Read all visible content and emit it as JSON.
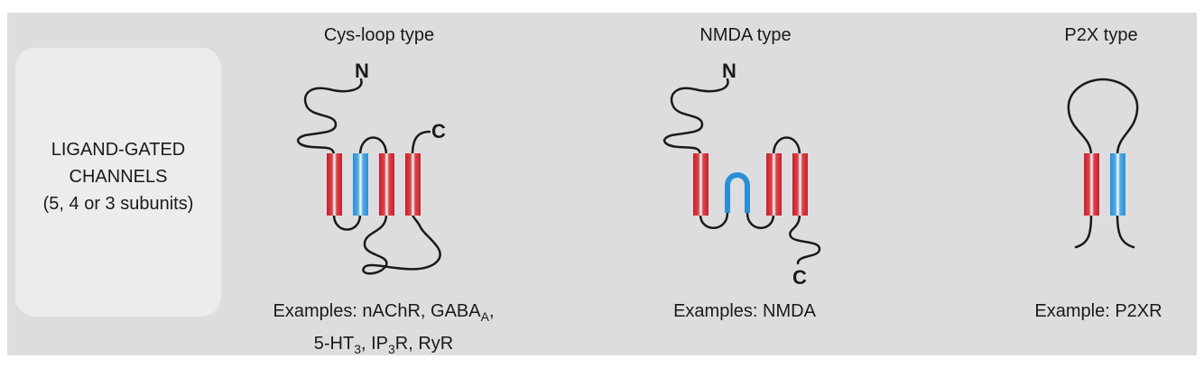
{
  "category": {
    "line1": "LIGAND-GATED",
    "line2": "CHANNELS",
    "line3": "(5, 4 or 3 subunits)"
  },
  "types": [
    {
      "title": "Cys-loop type",
      "n_label": "N",
      "c_label": "C",
      "examples_prefix": "Examples: nAChR, GABA",
      "examples_sub1": "A",
      "examples_mid": ",",
      "examples_line2_a": "5-HT",
      "examples_sub2": "3",
      "examples_line2_b": ", IP",
      "examples_sub3": "3",
      "examples_line2_c": "R, RyR"
    },
    {
      "title": "NMDA type",
      "n_label": "N",
      "c_label": "C",
      "examples": "Examples: NMDA"
    },
    {
      "title": "P2X type",
      "examples": "Example: P2XR"
    }
  ],
  "colors": {
    "background": "#dddddf",
    "label_box": "#ececee",
    "helix_red": "#c8202a",
    "helix_blue": "#2a8fd6",
    "line": "#1a1a1a"
  }
}
